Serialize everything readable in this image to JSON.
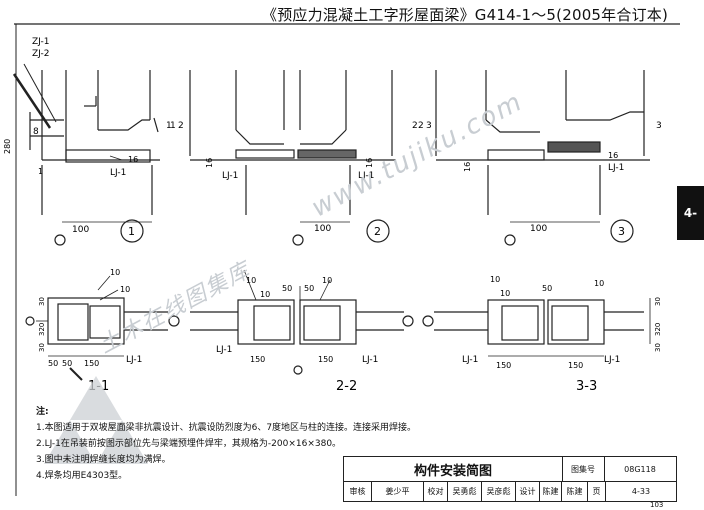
{
  "header": {
    "title": "《预应力混凝土工字形屋面梁》G414-1～5(2005年合订本)"
  },
  "side_tab": "4-",
  "labels": {
    "zj1": "ZJ-1",
    "zj2": "ZJ-2",
    "dim280": "280",
    "dim8": "8",
    "n100": "100",
    "n1": "1",
    "n2": "2",
    "n3": "3",
    "n16": "16",
    "lj1": "LJ-1",
    "c1": "1",
    "c2": "2",
    "c3": "3",
    "weld10": "10",
    "d30": "30",
    "d50": "50",
    "d150": "150",
    "d320": "320",
    "sec1": "1-1",
    "sec2": "2-2",
    "sec3": "3-3"
  },
  "notes": {
    "heading": "注:",
    "items": [
      "1.本图适用于双坡屋面梁非抗震设计、抗震设防烈度为6、7度地区与柱的连接。连接采用焊接。",
      "2.LJ-1在吊装前按图示部位先与梁端预埋件焊牢，其规格为-200×16×380。",
      "3.图中未注明焊缝长度均为满焊。",
      "4.焊条均用E4303型。"
    ]
  },
  "title_block": {
    "title": "构件安装简图",
    "atlas_label": "图集号",
    "atlas_no": "08G118",
    "row2": [
      "审核",
      "姜少平",
      "校对",
      "吴勇彪",
      "吴彦彪",
      "设计",
      "陈建",
      "陈建",
      "页",
      "4-33"
    ]
  },
  "page_number": "103",
  "watermark": "www.tujiku.com",
  "watermark2": "土木在线图集库"
}
